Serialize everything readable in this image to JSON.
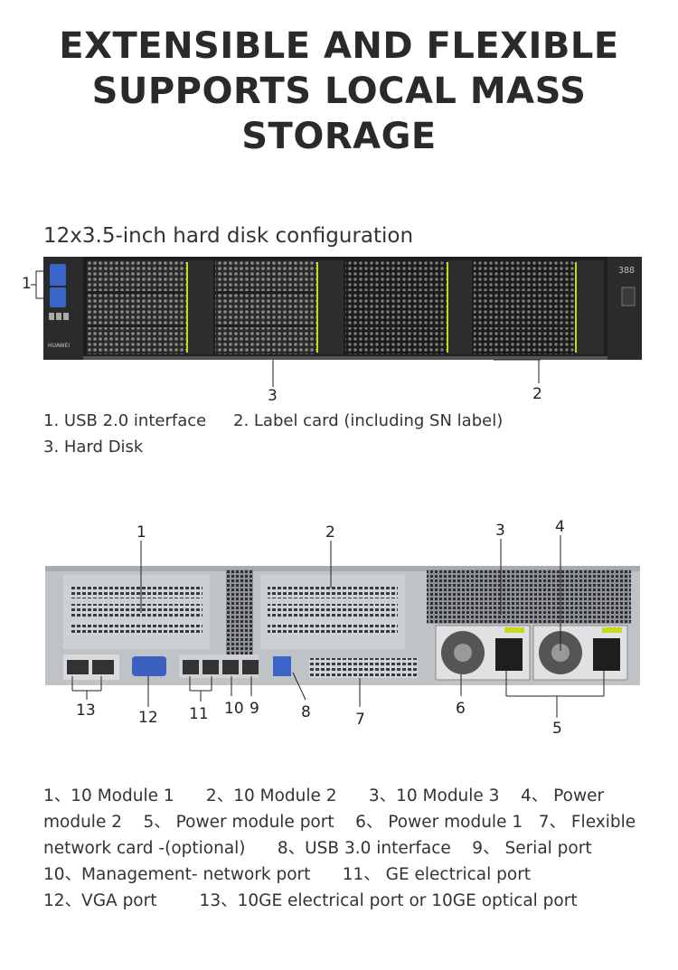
{
  "headline": {
    "line1": "EXTENSIBLE AND FLEXIBLE",
    "line2": "SUPPORTS LOCAL MASS",
    "line3": "STORAGE"
  },
  "front": {
    "subtitle": "12x3.5-inch hard disk configuration",
    "callouts": [
      "1",
      "3",
      "2"
    ],
    "panel_display": "388",
    "brand_text": "HUAWEI",
    "caption_line1_a": "1. USB 2.0 interface",
    "caption_line1_b": "2. Label card (including SN label)",
    "caption_line2": "3. Hard Disk"
  },
  "rear": {
    "callouts_top": [
      "1",
      "2",
      "3",
      "4"
    ],
    "callouts_bottom": [
      "13",
      "12",
      "11",
      "10",
      "9",
      "8",
      "7",
      "6",
      "5"
    ]
  },
  "legend": {
    "line1": [
      "1、10 Module 1",
      "2、10 Module 2",
      "3、10 Module 3",
      "4、 Power"
    ],
    "line2": [
      "module 2",
      "5、 Power module port",
      "6、 Power module 1",
      "7、 Flexible"
    ],
    "line3": [
      "network card -(optional)",
      "8、USB 3.0 interface",
      "9、 Serial port"
    ],
    "line4": [
      "10、Management- network port",
      "11、 GE electrical port"
    ],
    "line5": [
      "12、VGA port",
      "13、10GE electrical port or 10GE optical port"
    ]
  },
  "colors": {
    "accent_green": "#c8d81e",
    "chassis_dark": "#1e1e1e",
    "chassis_gray": "#bfc3c7",
    "text": "#333333"
  }
}
